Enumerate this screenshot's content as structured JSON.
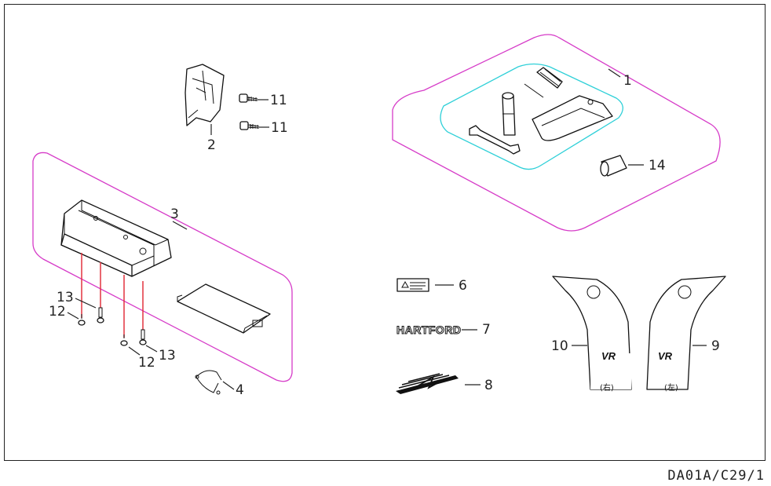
{
  "diagram": {
    "drawing_code": "DA01A/C29/1",
    "callouts": {
      "p1": "1",
      "p2": "2",
      "p3": "3",
      "p4": "4",
      "p6": "6",
      "p7": "7",
      "p8": "8",
      "p9": "9",
      "p10": "10",
      "p11a": "11",
      "p11b": "11",
      "p12a": "12",
      "p12b": "12",
      "p13a": "13",
      "p13b": "13",
      "p14": "14"
    },
    "decals": {
      "brand_text": "HARTFORD",
      "side_right_text": "(右)",
      "side_left_text": "(左)",
      "cover_logo": "VR"
    },
    "colors": {
      "group_outline": "#d63bc8",
      "toolkit_outline": "#2fd0d8",
      "fastener_line": "#e2333f",
      "line": "#111111"
    }
  }
}
